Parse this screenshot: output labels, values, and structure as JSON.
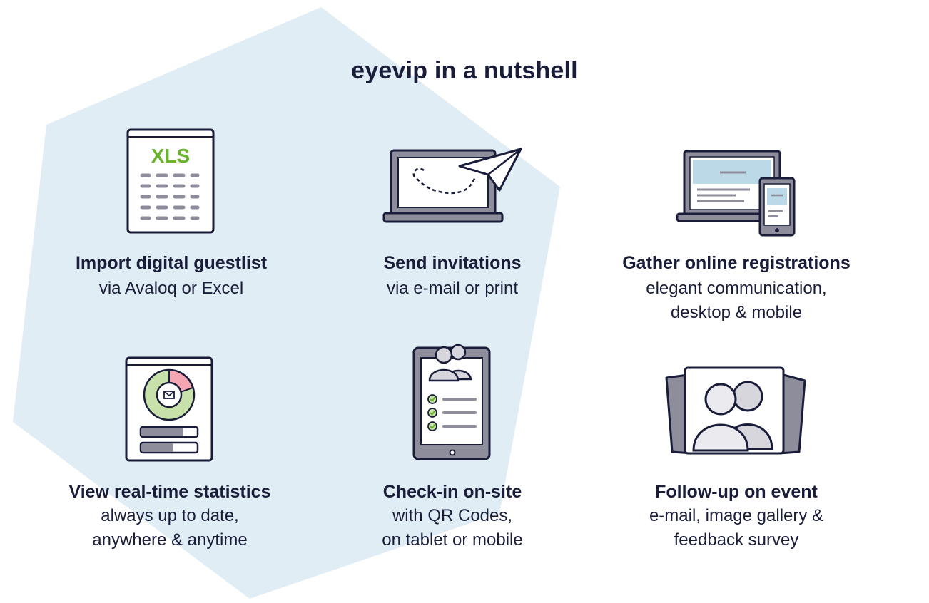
{
  "page": {
    "title": "eyevip in a nutshell"
  },
  "colors": {
    "background_shape": "#e1edf5",
    "ink": "#1a1d3a",
    "accent_green": "#6ab42d",
    "accent_pink": "#f4a6b3",
    "accent_light_green": "#c8e0a9",
    "screen_blue": "#bcd9e8",
    "device_gray": "#8e8d9c",
    "light_gray": "#d6d6dc"
  },
  "features": [
    {
      "title": "Import digital guestlist",
      "desc": [
        "via Avaloq or Excel"
      ],
      "icon": "xls-spreadsheet-icon",
      "icon_text": "XLS"
    },
    {
      "title": "Send invitations",
      "desc": [
        "via e-mail or print"
      ],
      "icon": "laptop-paper-plane-icon"
    },
    {
      "title": "Gather online registrations",
      "desc": [
        "elegant communication,",
        "desktop & mobile"
      ],
      "icon": "laptop-and-phone-icon"
    },
    {
      "title": "View real-time statistics",
      "desc": [
        "always up to date,",
        "anywhere & anytime"
      ],
      "icon": "statistics-donut-chart-icon"
    },
    {
      "title": "Check-in on-site",
      "desc": [
        "with QR Codes,",
        "on tablet or mobile"
      ],
      "icon": "tablet-checklist-icon"
    },
    {
      "title": "Follow-up on event",
      "desc": [
        "e-mail, image gallery &",
        "feedback survey"
      ],
      "icon": "photo-gallery-people-icon"
    }
  ]
}
